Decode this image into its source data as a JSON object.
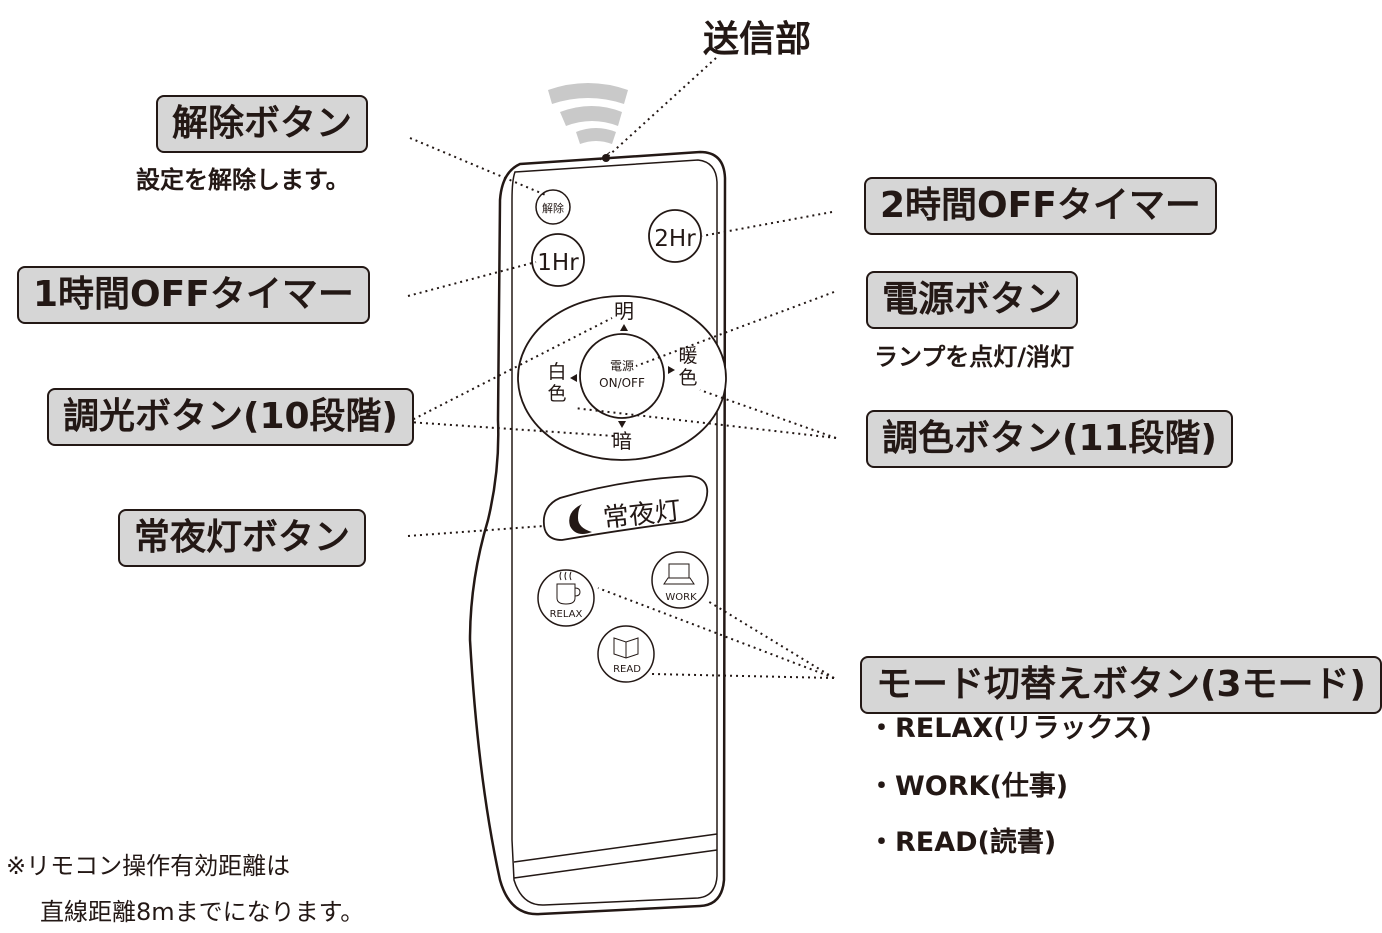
{
  "title": "送信部",
  "callouts": {
    "kaijo": "解除ボタン",
    "kaijo_desc": "設定を解除します。",
    "timer1": "1時間OFFタイマー",
    "chouko": "調光ボタン(10段階)",
    "joyato": "常夜灯ボタン",
    "timer2": "2時間OFFタイマー",
    "power": "電源ボタン",
    "power_desc": "ランプを点灯/消灯",
    "choushoku": "調色ボタン(11段階)",
    "mode": "モード切替えボタン(3モード)"
  },
  "modes": [
    "・RELAX(リラックス)",
    "・WORK(仕事)",
    "・READ(読書)"
  ],
  "note": [
    "※リモコン操作有効距離は",
    "直線距離8mまでになります。"
  ],
  "remote": {
    "kaijo": "解除",
    "hr1": "1Hr",
    "hr2": "2Hr",
    "bright": "明",
    "dark": "暗",
    "white_top": "白",
    "white_bottom": "色",
    "warm_top": "暖",
    "warm_bottom": "色",
    "power_top": "電源",
    "power_bottom": "ON/OFF",
    "nightlight": "常夜灯",
    "relax": "RELAX",
    "work": "WORK",
    "read": "READ"
  }
}
